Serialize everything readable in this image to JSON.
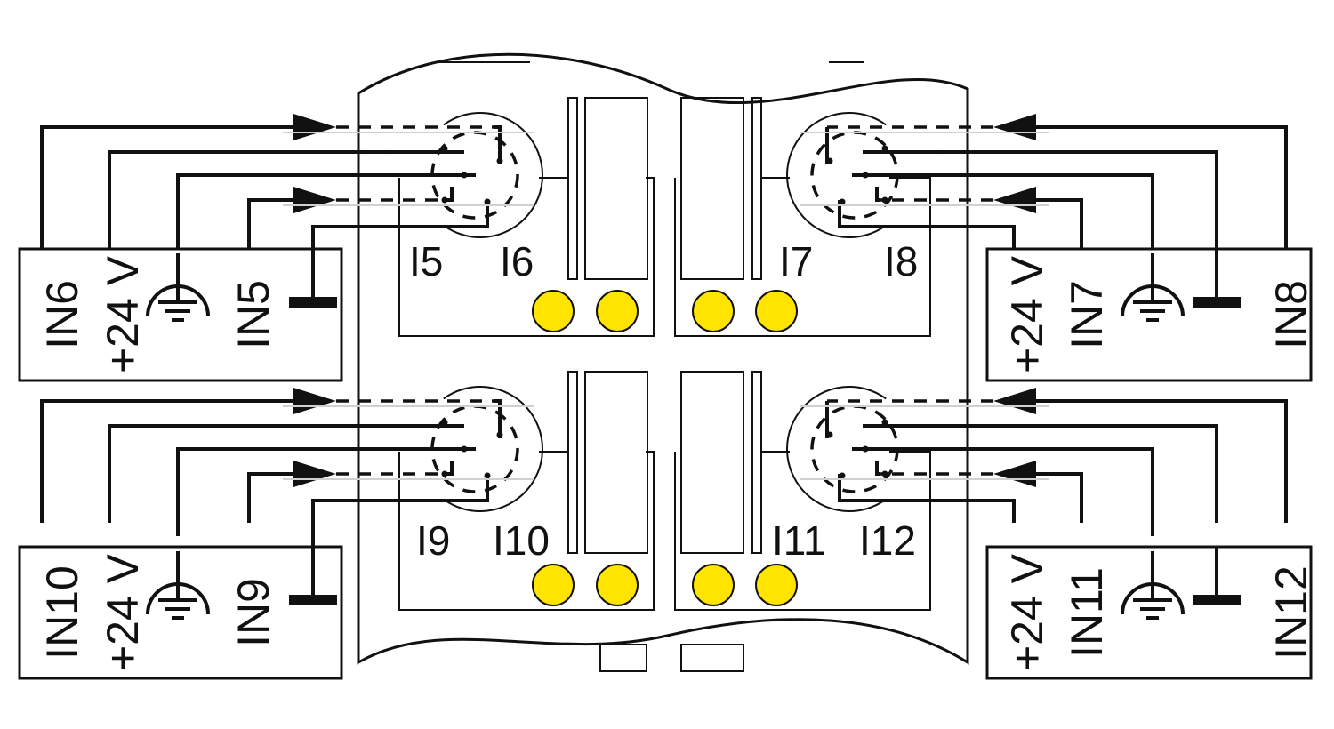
{
  "colors": {
    "led": "#ffe400",
    "line": "#111111"
  },
  "ports": [
    "I5",
    "I6",
    "I7",
    "I8",
    "I9",
    "I10",
    "I11",
    "I12"
  ],
  "boxes": [
    {
      "labels": [
        "IN6",
        "+24 V",
        "",
        "IN5",
        ""
      ],
      "icons": [
        "",
        "",
        "ground-icon",
        "",
        "switch-contact-icon"
      ]
    },
    {
      "labels": [
        "+24 V",
        "IN7",
        "",
        "",
        "IN8"
      ],
      "icons": [
        "",
        "",
        "ground-icon",
        "switch-contact-icon",
        ""
      ]
    },
    {
      "labels": [
        "IN10",
        "+24 V",
        "",
        "IN9",
        ""
      ],
      "icons": [
        "",
        "",
        "ground-icon",
        "",
        "switch-contact-icon"
      ]
    },
    {
      "labels": [
        "+24 V",
        "IN11",
        "",
        "",
        "IN12"
      ],
      "icons": [
        "",
        "",
        "ground-icon",
        "switch-contact-icon",
        ""
      ]
    }
  ]
}
